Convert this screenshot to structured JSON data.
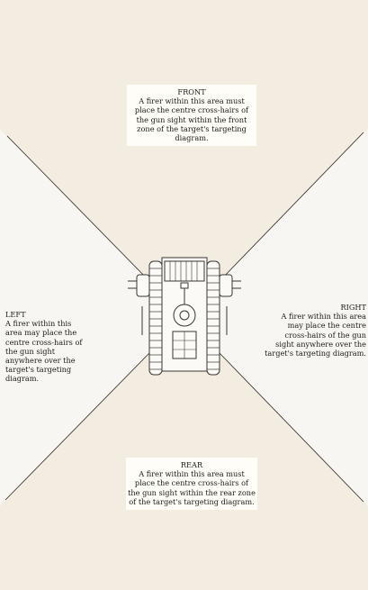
{
  "zones": {
    "front": {
      "title": "FRONT",
      "text": "A firer within this area must place the centre cross-hairs of the gun sight within the front zone of the target's targeting diagram."
    },
    "rear": {
      "title": "REAR",
      "text": "A firer within this area must place the centre cross-hairs of the gun sight within the rear zone of the target's targeting diagram."
    },
    "left": {
      "title": "LEFT",
      "text": "A firer within this area may place the centre cross-hairs of the gun sight anywhere over the target's targeting diagram."
    },
    "right": {
      "title": "RIGHT",
      "text": "A firer within this area may place the centre cross-hairs of the gun sight anywhere over the target's targeting diagram."
    }
  },
  "colors": {
    "background": "#f2ece1",
    "side_zone": "#f8f6f2",
    "label_box": "#fffdf7",
    "line": "#2a2622",
    "vehicle": "#3a3631"
  },
  "icons": {
    "vehicle": "tank-top-view-icon"
  }
}
